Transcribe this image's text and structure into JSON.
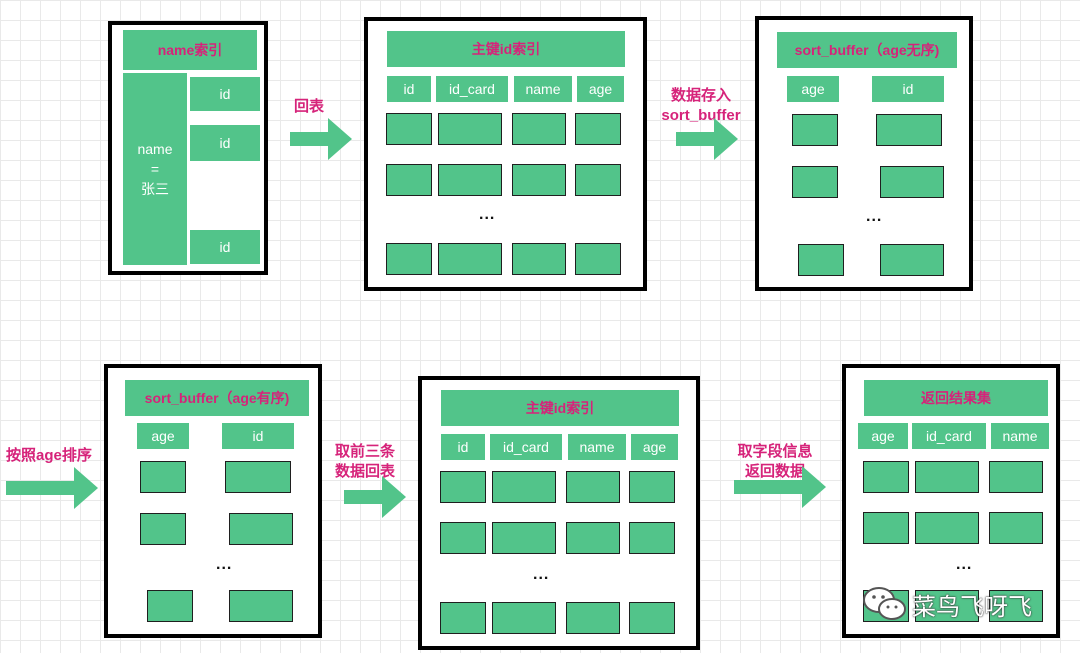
{
  "colors": {
    "green": "#52c48a",
    "pink": "#d6237a"
  },
  "panel1": {
    "title": "name索引",
    "name_line1": "name",
    "name_eq": "=",
    "name_value": "张三",
    "id": "id"
  },
  "arrow1": {
    "label": "回表"
  },
  "panel2": {
    "title": "主键id索引",
    "cols": [
      "id",
      "id_card",
      "name",
      "age"
    ],
    "ellipsis": "..."
  },
  "arrow2": {
    "label_line1": "数据存入",
    "label_line2": "sort_buffer"
  },
  "panel3": {
    "title": "sort_buffer（age无序)",
    "cols": [
      "age",
      "id"
    ],
    "ellipsis": "..."
  },
  "arrow3": {
    "label": "按照age排序"
  },
  "panel4": {
    "title": "sort_buffer（age有序)",
    "cols": [
      "age",
      "id"
    ],
    "ellipsis": "..."
  },
  "arrow4": {
    "label_line1": "取前三条",
    "label_line2": "数据回表"
  },
  "panel5": {
    "title": "主键id索引",
    "cols": [
      "id",
      "id_card",
      "name",
      "age"
    ],
    "ellipsis": "..."
  },
  "arrow5": {
    "label_line1": "取字段信息",
    "label_line2": "返回数据"
  },
  "panel6": {
    "title": "返回结果集",
    "cols": [
      "age",
      "id_card",
      "name"
    ],
    "ellipsis": "..."
  },
  "watermark": {
    "text": "菜鸟飞呀飞",
    "icon": "wechat-icon"
  }
}
